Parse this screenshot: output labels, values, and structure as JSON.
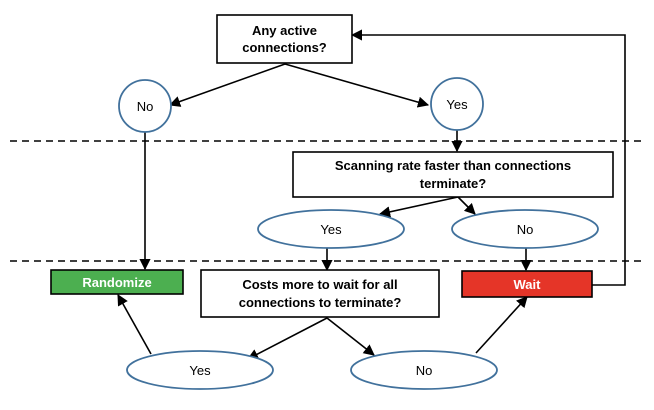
{
  "diagram": {
    "nodes": {
      "q1": {
        "lines": [
          "Any active",
          "connections?"
        ]
      },
      "q1_no": {
        "label": "No"
      },
      "q1_yes": {
        "label": "Yes"
      },
      "q2": {
        "lines": [
          "Scanning rate faster than connections",
          "terminate?"
        ]
      },
      "q2_yes": {
        "label": "Yes"
      },
      "q2_no": {
        "label": "No"
      },
      "randomize": {
        "label": "Randomize",
        "fill": "#4caf50",
        "text_color": "#ffffff"
      },
      "q3": {
        "lines": [
          "Costs more to wait for all",
          "connections to terminate?"
        ]
      },
      "wait": {
        "label": "Wait",
        "fill": "#e53528",
        "text_color": "#ffffff"
      },
      "q3_yes": {
        "label": "Yes"
      },
      "q3_no": {
        "label": "No"
      }
    },
    "colors": {
      "ellipse_stroke": "#41719c",
      "line": "#000000"
    }
  }
}
